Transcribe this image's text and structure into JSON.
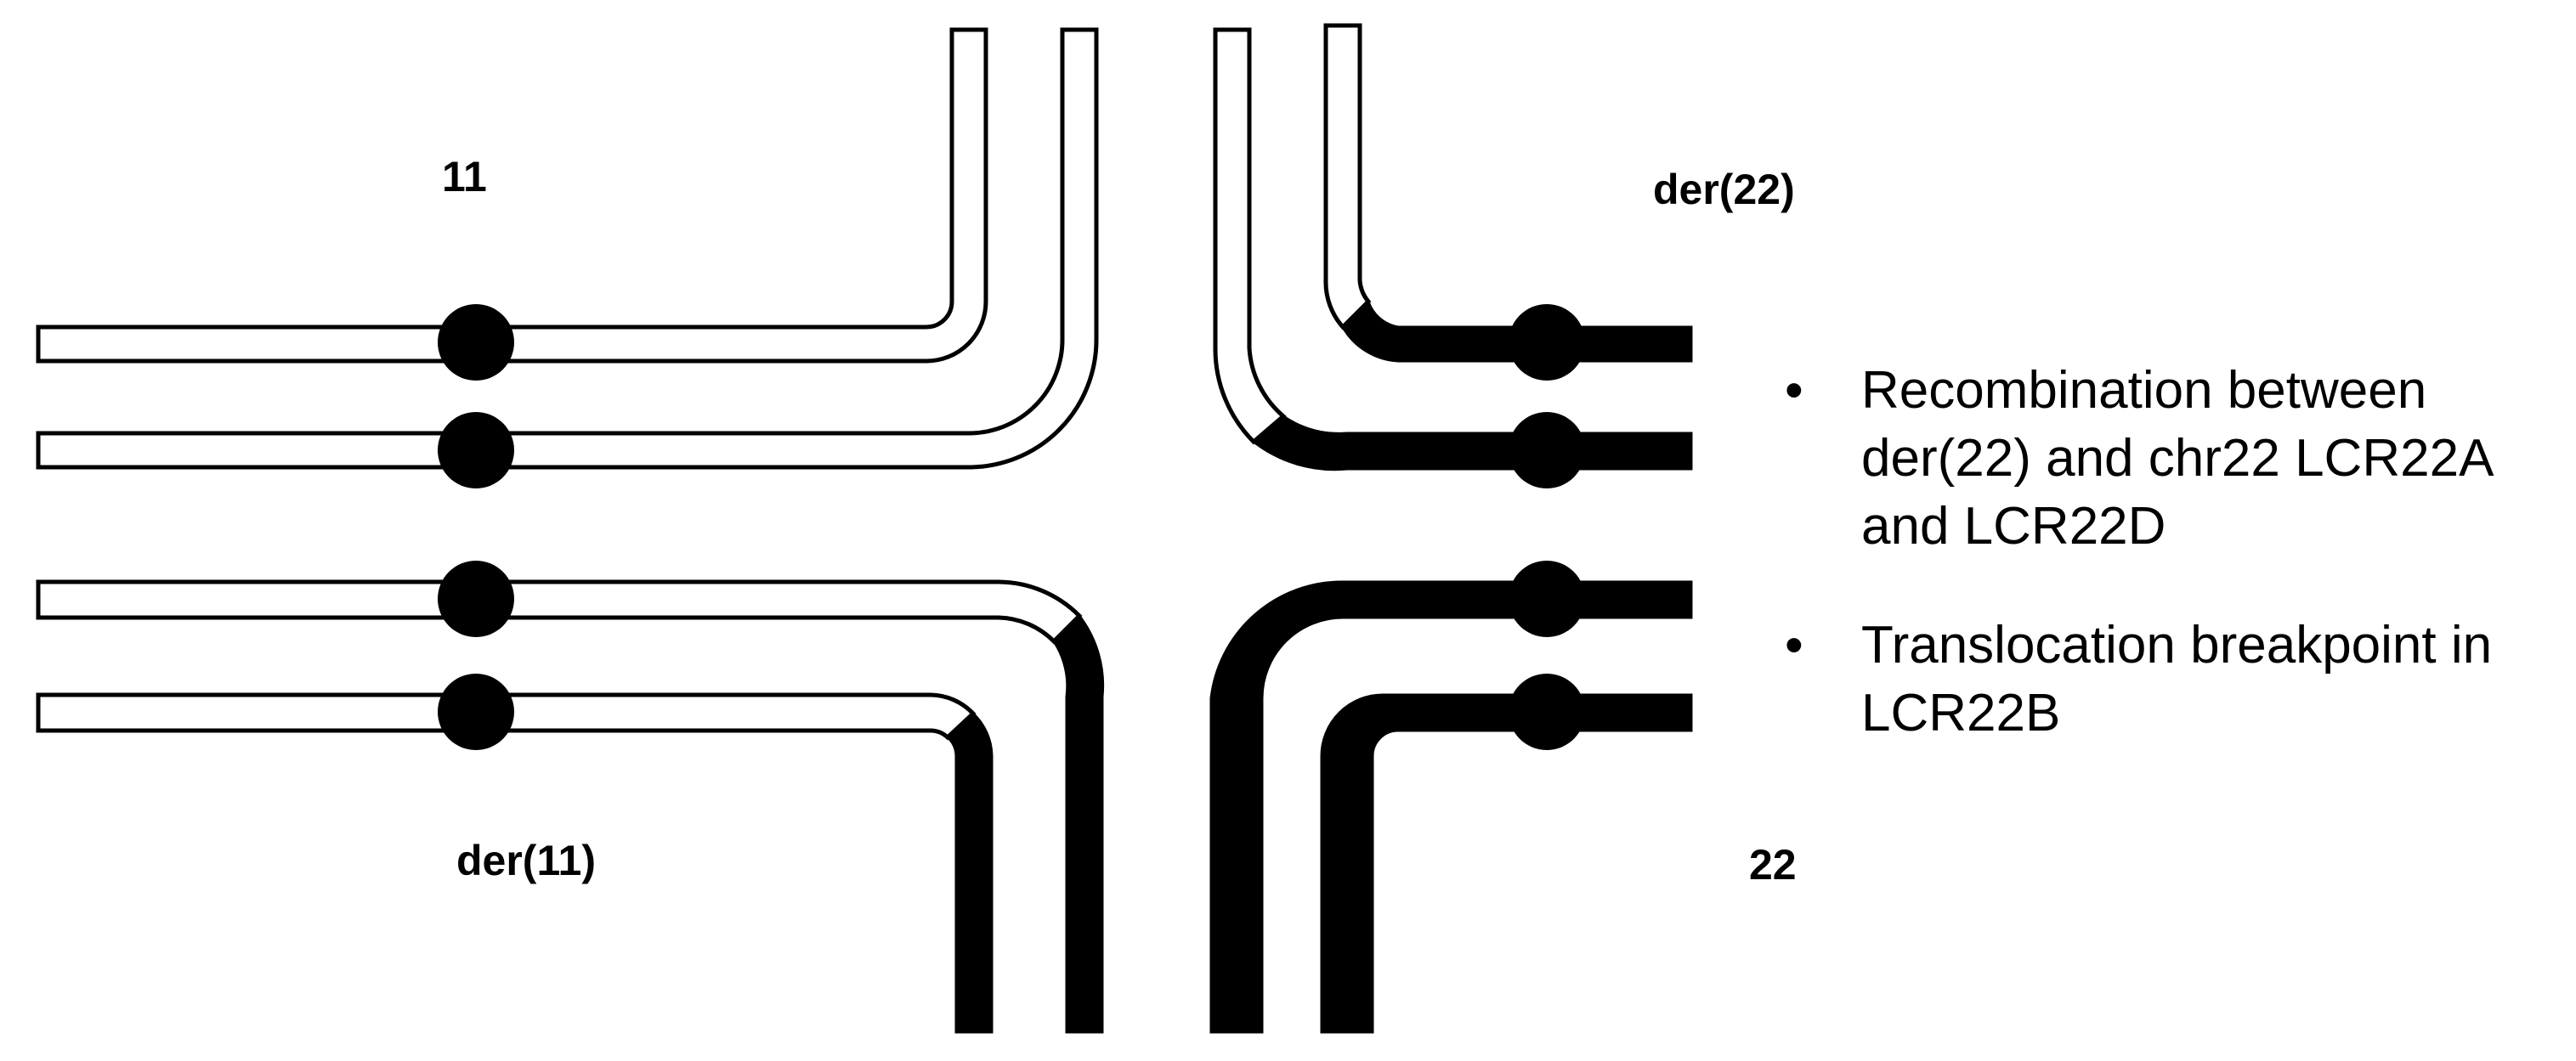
{
  "colors": {
    "normal_chromosome_fill": "#ffffff",
    "derivative_segment_fill": "#000000",
    "outline": "#000000",
    "centromere": "#000000"
  },
  "labels": {
    "chr11": "11",
    "der22": "der(22)",
    "der11": "der(11)",
    "chr22": "22"
  },
  "notes": {
    "bullet": "•",
    "items": [
      {
        "text": "Recombination between der(22) and chr22 LCR22A and LCR22D"
      },
      {
        "text": "Translocation breakpoint in LCR22B"
      }
    ]
  }
}
